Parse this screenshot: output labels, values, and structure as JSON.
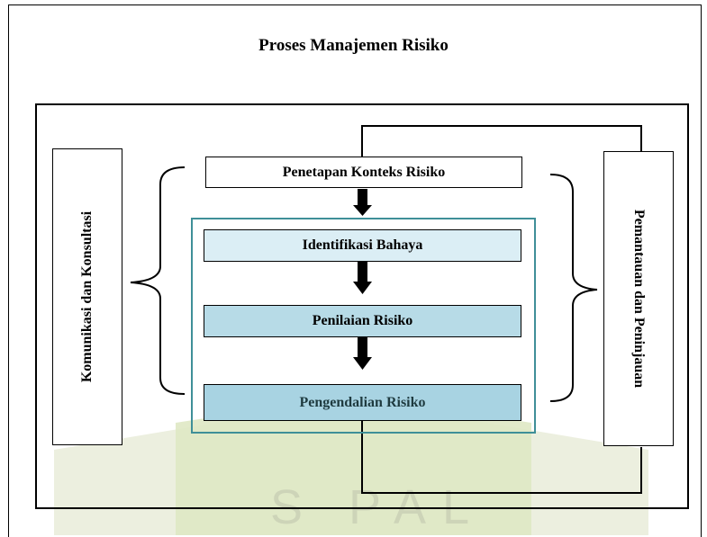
{
  "diagram": {
    "title": "Proses Manajemen Risiko",
    "left_label": "Komunikasi dan Konsultasi",
    "right_label": "Pemantauan dan Peninjauan",
    "steps": {
      "context": "Penetapan Konteks Risiko",
      "identify": "Identifikasi Bahaya",
      "assess": "Penilaian Risiko",
      "control": "Pengendalian Risiko"
    },
    "colors": {
      "frame_accent": "#3f8f98",
      "step_light": "#dbeef5",
      "step_mid": "#b7dbe7",
      "step_dark": "#a8d3e2"
    },
    "watermark_text": "S PAL"
  }
}
